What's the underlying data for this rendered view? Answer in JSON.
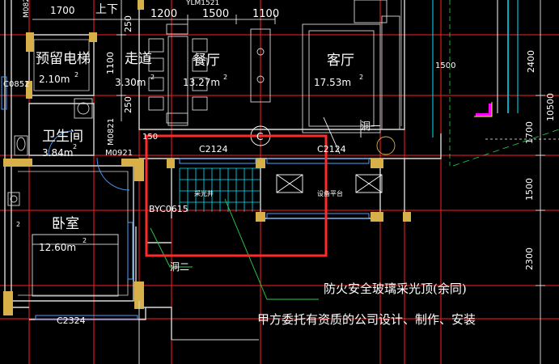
{
  "colors": {
    "background": "#000000",
    "grid_red": "#ff2020",
    "wall_white": "#d8d8d8",
    "wall_fill": "#d8b04a",
    "window_blue": "#4aa0ff",
    "cyan": "#00e5ff",
    "green": "#24d24a",
    "magenta": "#ff00ff",
    "yellow": "#ffff00",
    "highlight": "#ff2a2a"
  },
  "dimensions": {
    "d1700": "1700",
    "d1200": "1200",
    "d1500": "1500",
    "d1100": "1100",
    "left250": "250",
    "left1100": "1100",
    "left250b": "250",
    "r1500": "1500",
    "r3600": "10500",
    "r2400": "2400",
    "r1700": "1700",
    "r1500b": "1500",
    "r2300": "2300",
    "d150": "150"
  },
  "rooms": {
    "storage": {
      "name": "预留电梯",
      "area": "2.10m",
      "sup": "2"
    },
    "corridor": {
      "name": "走道",
      "area": "3.30m",
      "sup": "2"
    },
    "dining": {
      "name": "餐厅",
      "area": "13.27m",
      "sup": "2"
    },
    "living": {
      "name": "客厅",
      "area": "17.53m",
      "sup": "2"
    },
    "bathroom": {
      "name": "卫生间",
      "area": "3.84m",
      "sup": "2"
    },
    "bedroom": {
      "name": "卧室",
      "area": "12.60m",
      "sup": "2"
    }
  },
  "labels": {
    "top_tag": "上下",
    "top_code": "YLM1521",
    "m0821": "M0821",
    "m0921": "M0921",
    "c0852": "C0852",
    "c2124a": "C2124",
    "c2124b": "C2124",
    "c2324": "C2324",
    "byc": "BYC0615",
    "hole1": "洞一",
    "hole2": "洞二",
    "stair": "采光井",
    "platform": "设备平台",
    "circle_tag": "C",
    "bed2": "2"
  },
  "notes": {
    "line1": "防火安全玻璃采光顶(余同)",
    "line2": "甲方委托有资质的公司设计、制作、安装"
  }
}
